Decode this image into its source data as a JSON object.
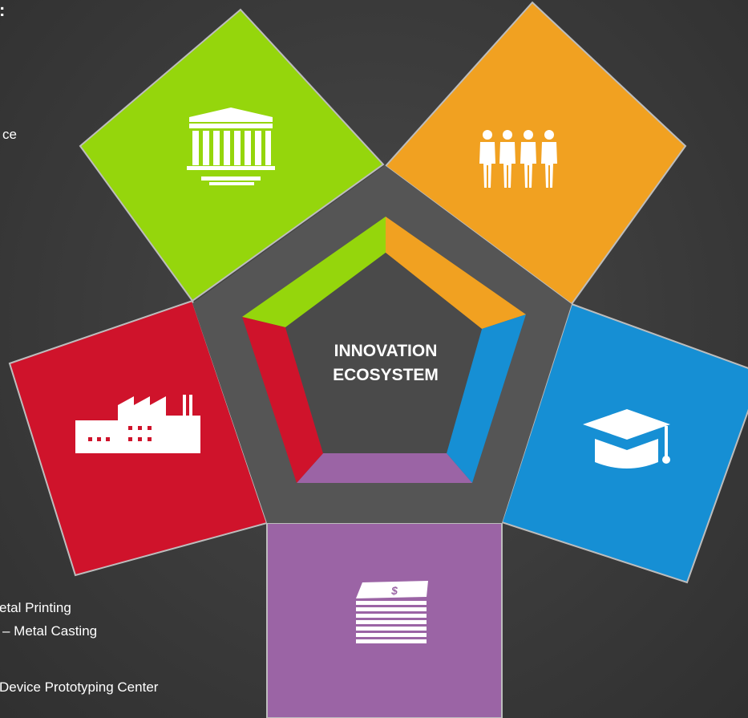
{
  "center": {
    "line1": "INNOVATION",
    "line2": "ECOSYSTEM"
  },
  "colors": {
    "green": "#95d60c",
    "orange": "#f1a121",
    "blue": "#168fd4",
    "purple": "#9b64a5",
    "red": "#cf132b",
    "ring": "#555555",
    "core": "#4a4a4a",
    "background": "#3a3a3a"
  },
  "segments": [
    {
      "color_key": "green",
      "icon": "government-building-icon"
    },
    {
      "color_key": "orange",
      "icon": "people-group-icon"
    },
    {
      "color_key": "blue",
      "icon": "graduation-cap-icon"
    },
    {
      "color_key": "purple",
      "icon": "money-stack-icon"
    },
    {
      "color_key": "red",
      "icon": "factory-icon"
    }
  ],
  "side_text": {
    "top_fragment_1": ":",
    "top_fragment_2": "ce",
    "bottom_line_1": "etal Printing",
    "bottom_line_2": "– Metal Casting",
    "bottom_line_3": "Device Prototyping Center"
  }
}
